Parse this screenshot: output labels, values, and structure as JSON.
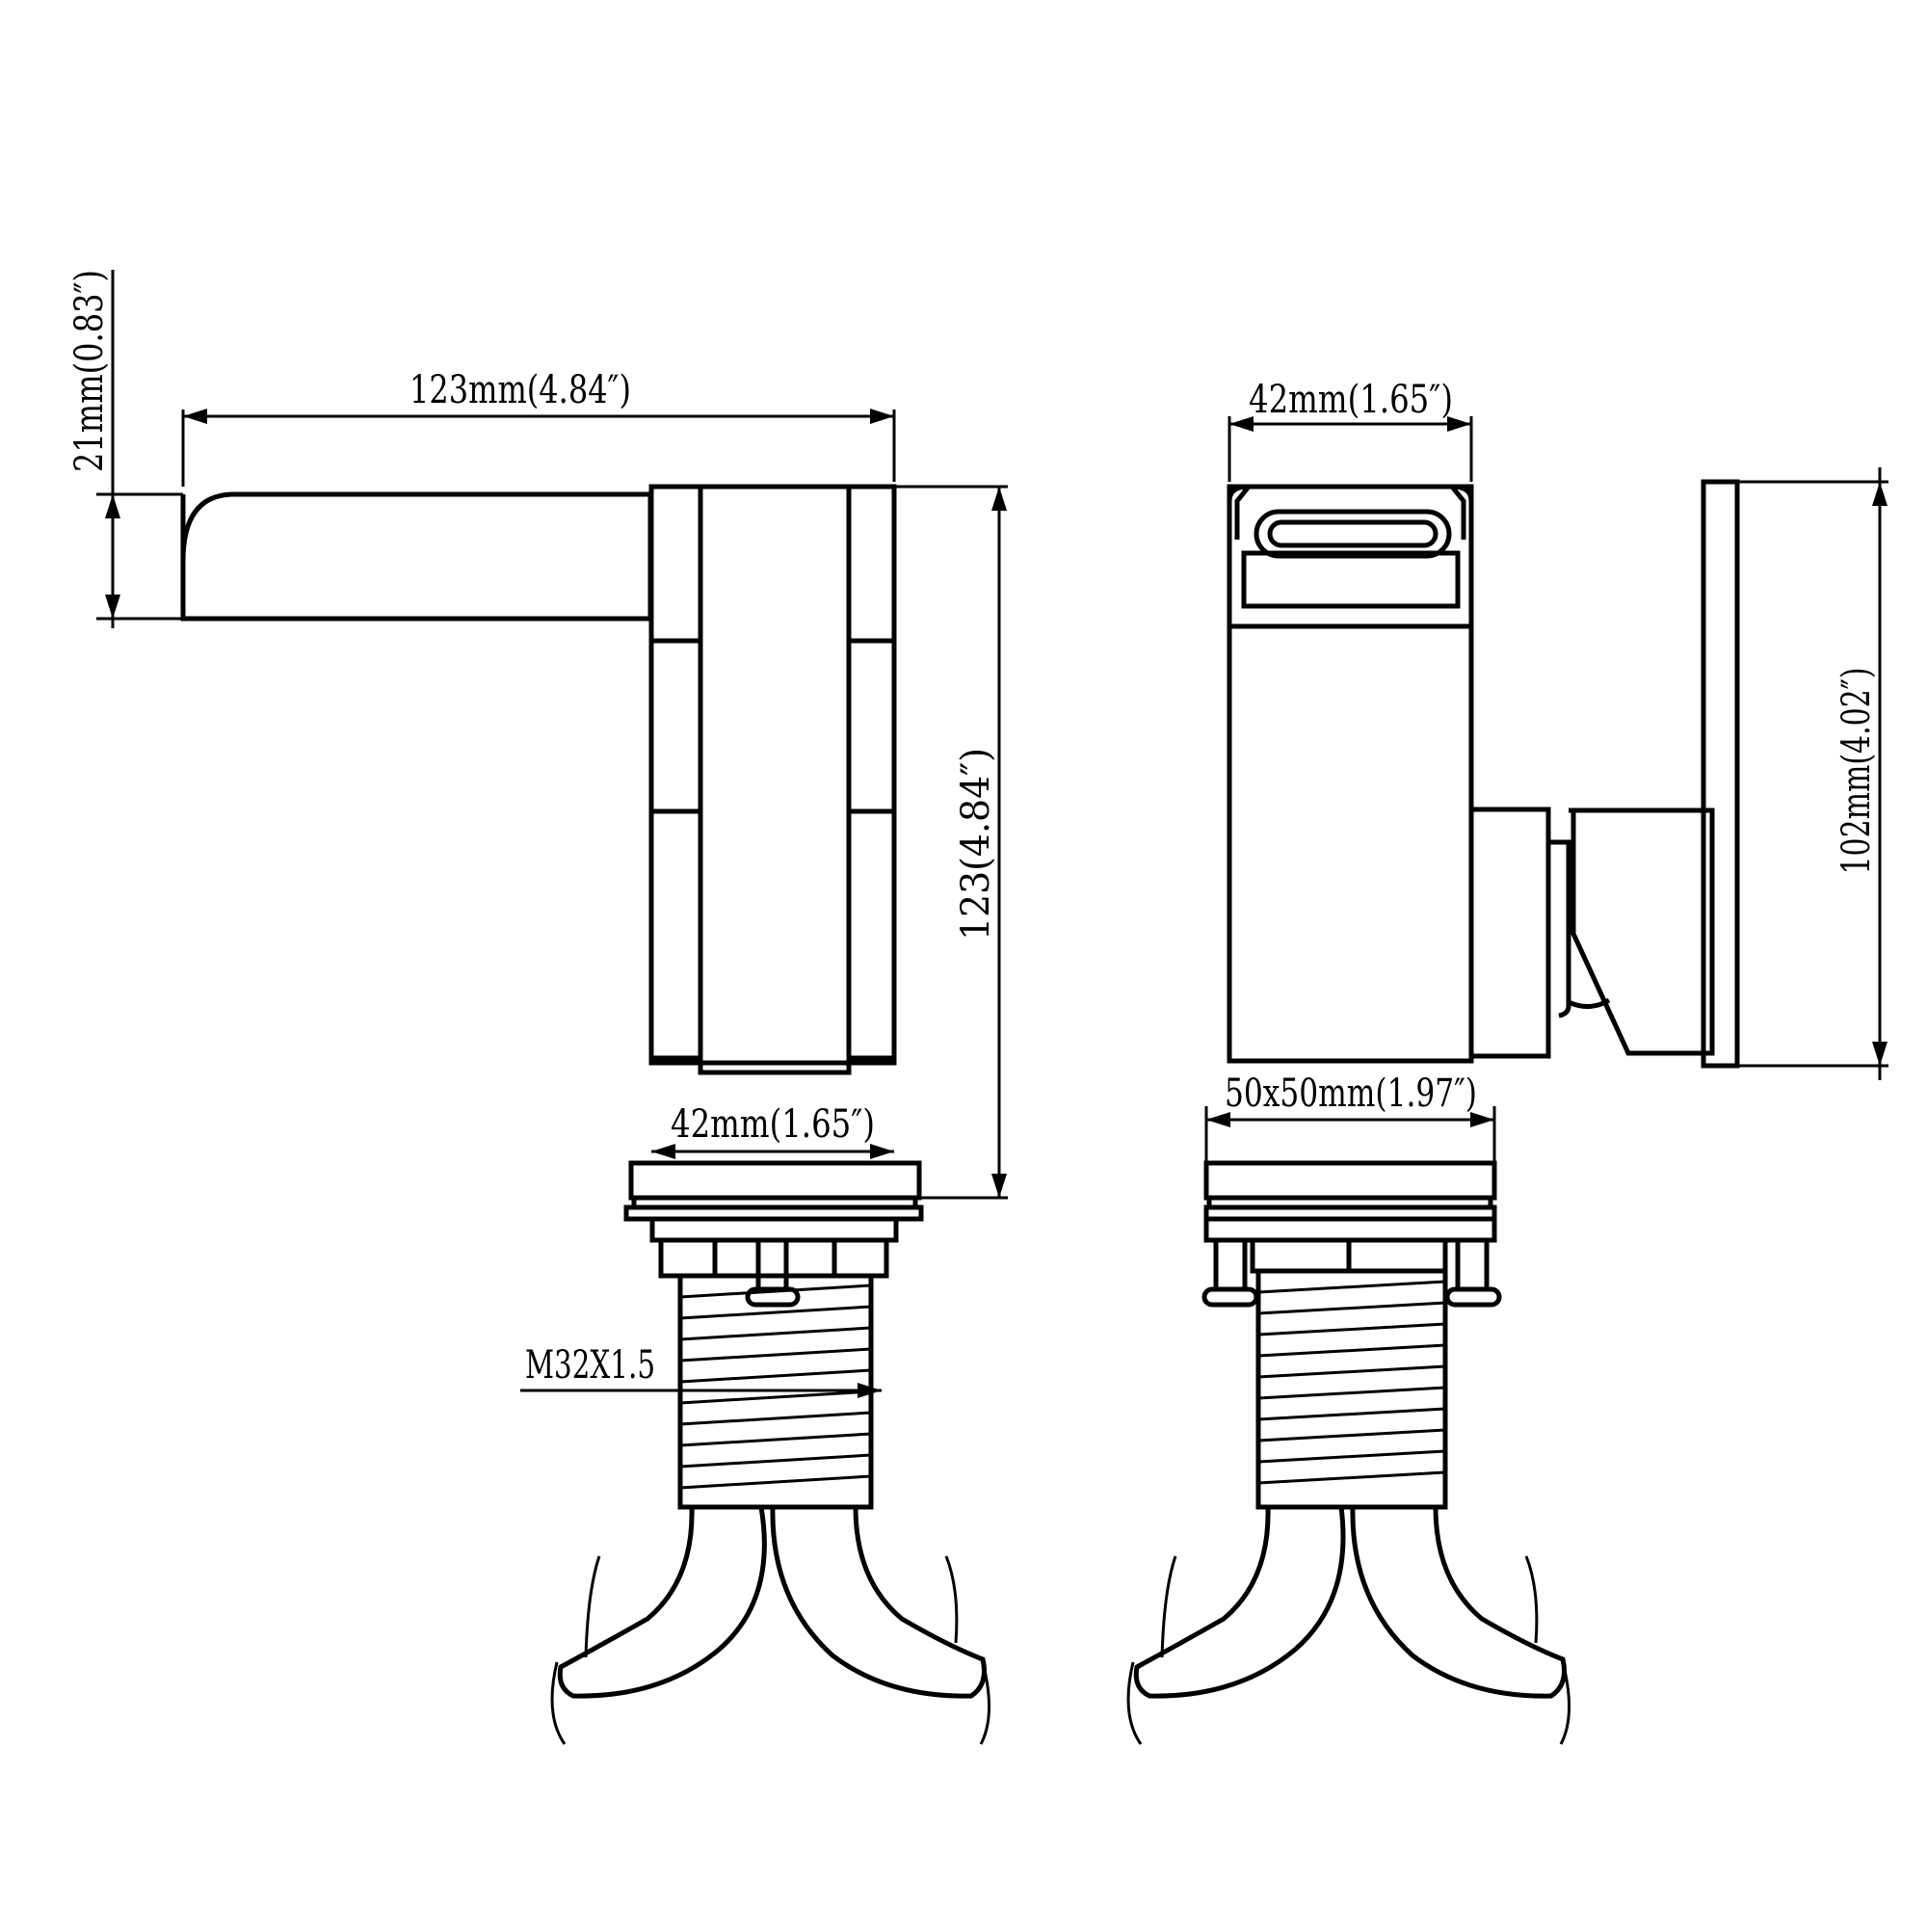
{
  "colors": {
    "line": "#000000",
    "background": "#ffffff"
  },
  "side_view": {
    "spout_length_label": "123mm(4.84″)",
    "spout_thickness_label": "21mm(0.83″)",
    "body_height_label": "123(4.84″)",
    "base_width_label": "42mm(1.65″)",
    "thread_label": "M32X1.5"
  },
  "front_view": {
    "top_width_label": "42mm(1.65″)",
    "base_size_label": "50x50mm(1.97″)",
    "handle_height_label": "102mm(4.02″)"
  }
}
